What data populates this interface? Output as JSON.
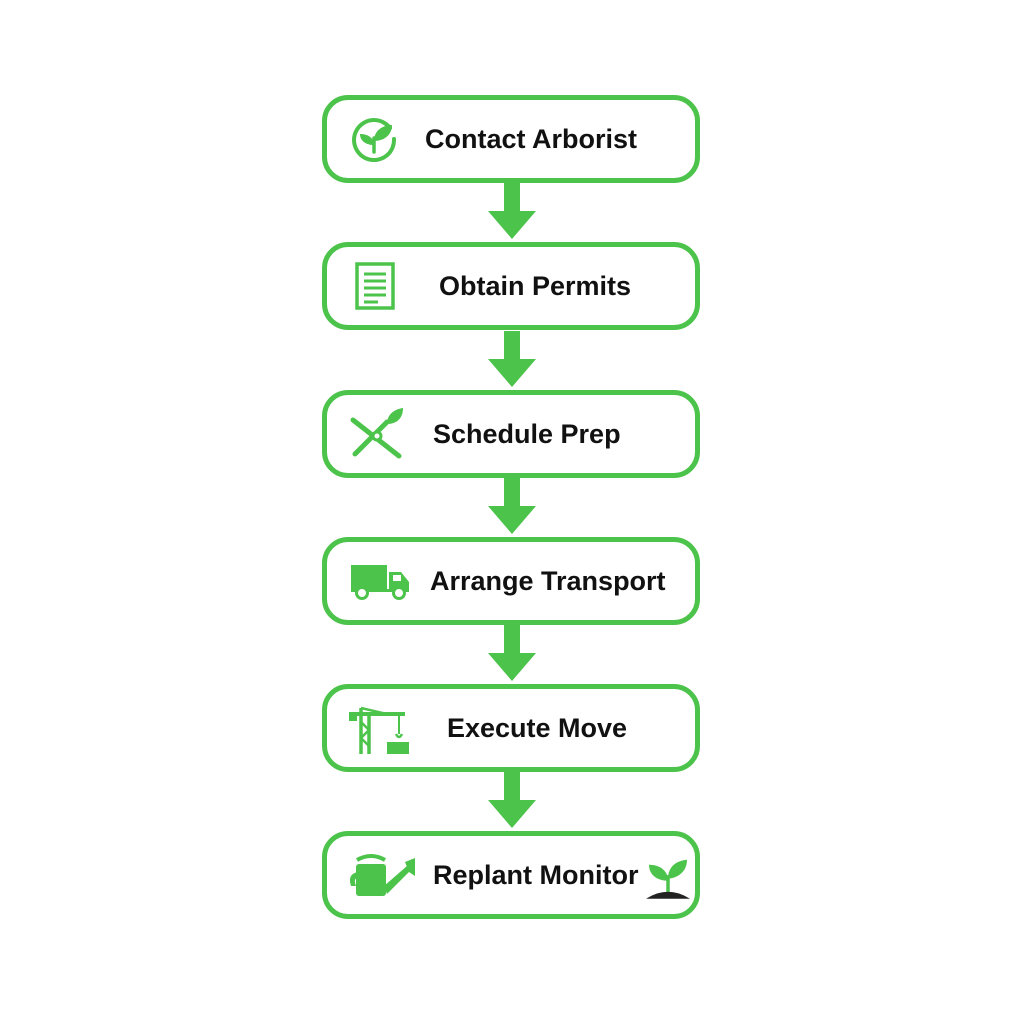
{
  "colors": {
    "accent": "#4cc34a",
    "text": "#111111",
    "soil": "#222222"
  },
  "steps": [
    {
      "label": "Contact Arborist",
      "icon": "leaf-circle-icon"
    },
    {
      "label": "Obtain Permits",
      "icon": "document-icon"
    },
    {
      "label": "Schedule Prep",
      "icon": "pruning-shears-icon"
    },
    {
      "label": "Arrange Transport",
      "icon": "truck-icon"
    },
    {
      "label": "Execute Move",
      "icon": "crane-icon"
    },
    {
      "label": "Replant Monitor",
      "icon": "watering-can-icon",
      "icon_right": "sprout-icon"
    }
  ]
}
